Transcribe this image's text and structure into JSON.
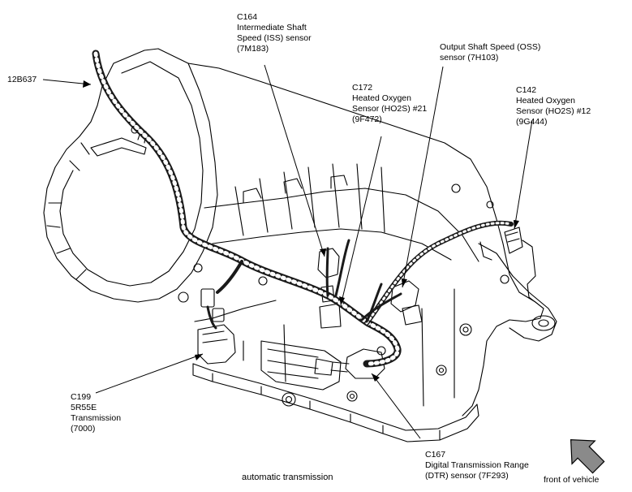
{
  "labels": {
    "harness": {
      "lines": [
        "12B637"
      ]
    },
    "c164": {
      "lines": [
        "C164",
        "Intermediate Shaft",
        "Speed (ISS) sensor",
        "(7M183)"
      ]
    },
    "oss": {
      "lines": [
        "Output Shaft Speed (OSS)",
        "sensor (7H103)"
      ]
    },
    "c172": {
      "lines": [
        "C172",
        "Heated Oxygen",
        "Sensor (HO2S) #21",
        "(9F472)"
      ]
    },
    "c142": {
      "lines": [
        "C142",
        "Heated Oxygen",
        "Sensor (HO2S) #12",
        "(9G444)"
      ]
    },
    "c199": {
      "lines": [
        "C199",
        "5R55E",
        "Transmission",
        "(7000)"
      ]
    },
    "c167": {
      "lines": [
        "C167",
        "Digital Transmission Range",
        "(DTR) sensor (7F293)"
      ]
    }
  },
  "caption": "automatic transmission",
  "direction": {
    "label": "front of vehicle",
    "icon": "arrow-front-icon"
  },
  "colors": {
    "line": "#000000",
    "harness": "#1a1a1a",
    "arrow_fill": "#8a8a8a"
  }
}
